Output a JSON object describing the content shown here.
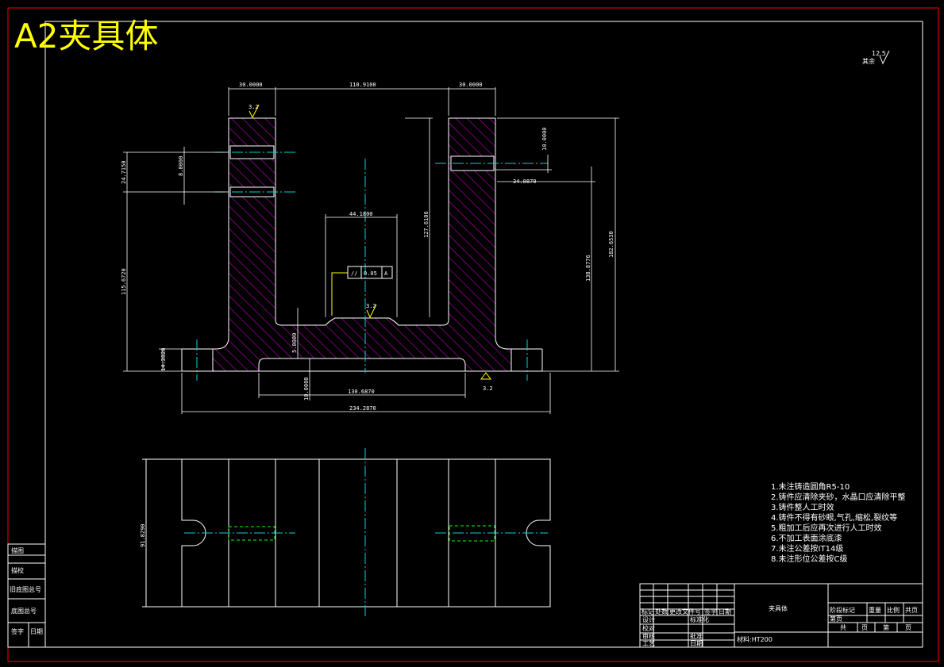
{
  "title": "A2夹具体",
  "colors": {
    "background": "#000000",
    "border": "#ff0000",
    "outline": "#ffffff",
    "center_line": "#00d4d4",
    "hatch": "#c000c0",
    "hidden_line": "#00ff00",
    "title": "#ffff00"
  },
  "roughness_symbol": {
    "value": "12.5",
    "label": "其余"
  },
  "dimensions": {
    "d30_left": "30.0000",
    "d110": "110.9100",
    "d30_right": "30.0000",
    "d10_top": "10.0000",
    "d24_left": "24.7150",
    "d8": "8.0000",
    "d34": "34.0870",
    "d44": "44.1800",
    "d127": "127.6106",
    "d182": "182.6530",
    "d138": "138.8776",
    "d115": "115.6720",
    "d14": "14.2820",
    "d5_center": "5.0000",
    "d10_bottom": "10.0000",
    "d130": "130.6870",
    "d234": "234.2870",
    "d91": "91.8290"
  },
  "gdt": {
    "symbol": "//",
    "value": "0.05",
    "datum": "A"
  },
  "surface_marks": [
    "3.2",
    "3.2",
    "3.2"
  ],
  "notes": [
    "1.未注铸造圆角R5-10",
    "2.铸件应清除夹砂，水晶口应清除平整",
    "3.铸件整人工时效",
    "4.铸件不得有砂眼,气孔,缩松,裂纹等",
    "5.粗加工后应再次进行人工时效",
    "6.不加工表面涂底漆",
    "7.未注公差按IT14级",
    "8.未注形位公差按C级"
  ],
  "side_labels": [
    "描图",
    "描校",
    "旧底图总号",
    "底图总号",
    "签字",
    "日期"
  ],
  "title_block": {
    "part_name": "夹具体",
    "material": "材料:HT200",
    "header_row": [
      "标记",
      "处数",
      "更改文件号",
      "签字",
      "日期"
    ],
    "rows_left": [
      "设计",
      "校对",
      "审核",
      "工艺"
    ],
    "rows_right": [
      "标准化",
      "",
      "批准",
      "日期"
    ],
    "stage_labels": [
      "阶段标记",
      "重量",
      "比例",
      "共页",
      "第页"
    ],
    "bottom_cells": [
      "共",
      "页",
      "第",
      "页"
    ]
  }
}
